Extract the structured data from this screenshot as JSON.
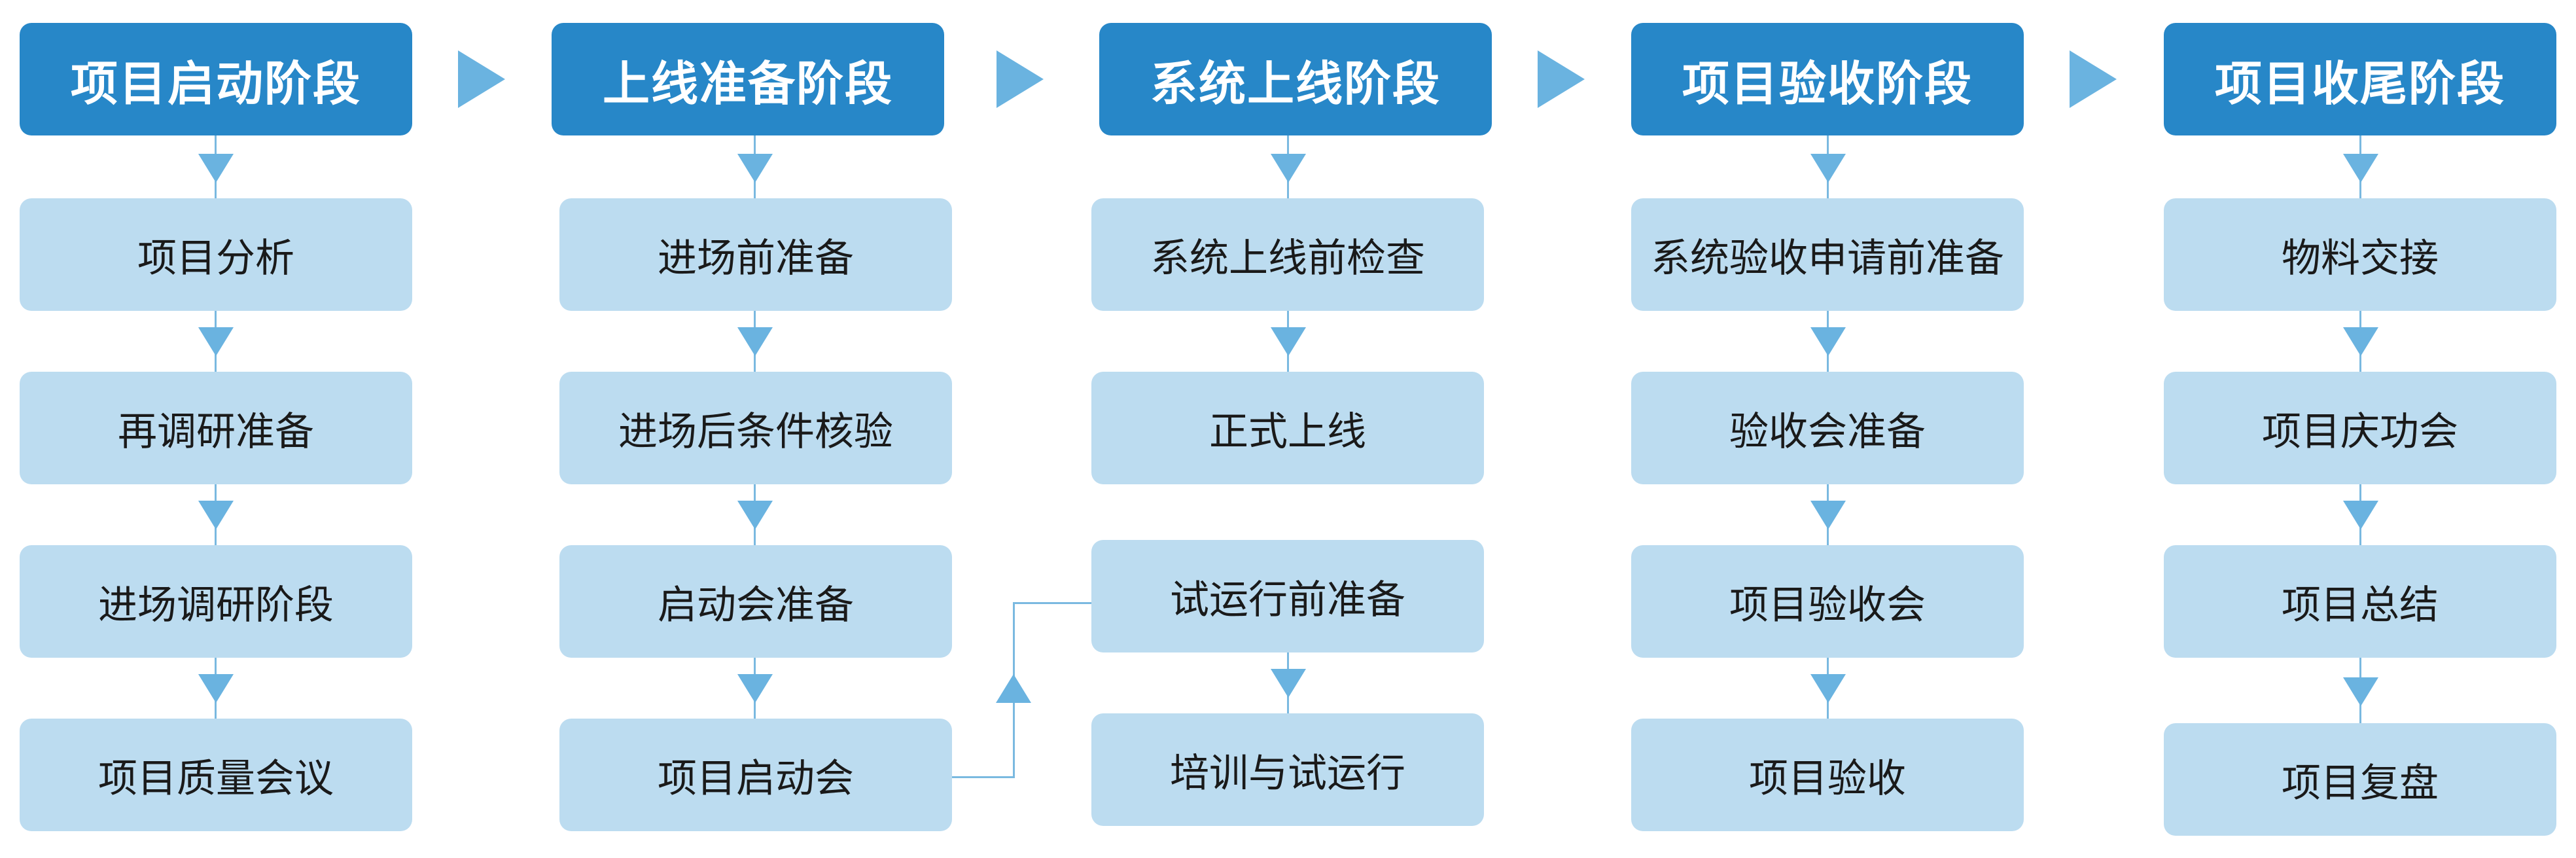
{
  "phases": [
    {
      "title": "项目启动阶段",
      "steps": [
        "项目分析",
        "再调研准备",
        "进场调研阶段",
        "项目质量会议"
      ]
    },
    {
      "title": "上线准备阶段",
      "steps": [
        "进场前准备",
        "进场后条件核验",
        "启动会准备",
        "项目启动会"
      ]
    },
    {
      "title": "系统上线阶段",
      "steps": [
        "系统上线前检查",
        "正式上线",
        "试运行前准备",
        "培训与试运行"
      ]
    },
    {
      "title": "项目验收阶段",
      "steps": [
        "系统验收申请前准备",
        "验收会准备",
        "项目验收会",
        "项目验收"
      ]
    },
    {
      "title": "项目收尾阶段",
      "steps": [
        "物料交接",
        "项目庆功会",
        "项目总结",
        "项目复盘"
      ]
    }
  ],
  "colors": {
    "header": "#2787c8",
    "box": "#bcdcf0",
    "arrow": "#6ab3e0"
  }
}
